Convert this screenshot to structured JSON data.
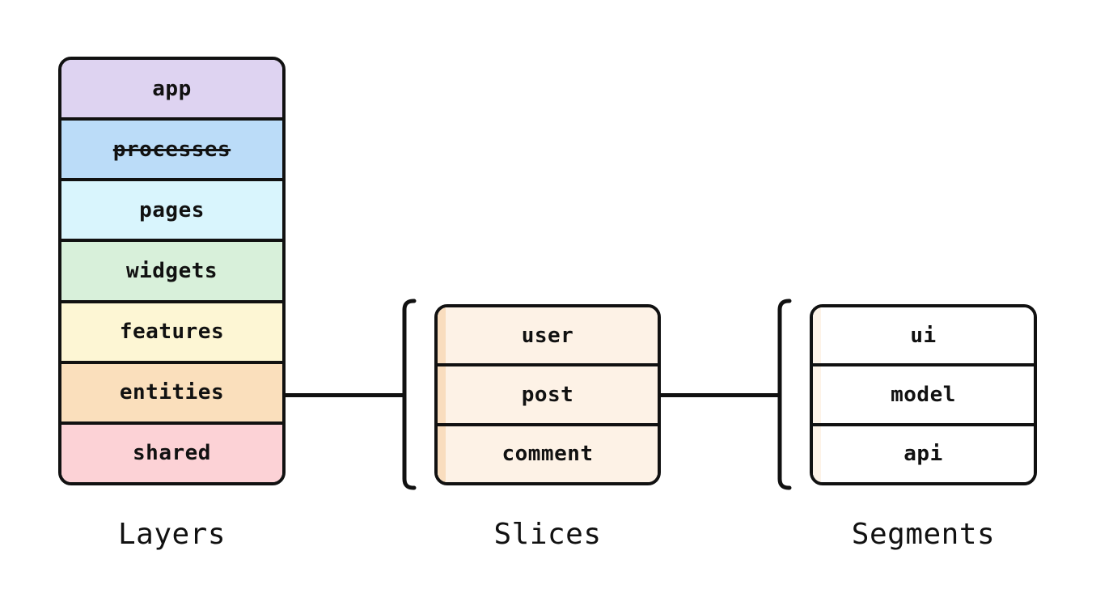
{
  "colors": {
    "outline": "#111111",
    "text": "#111111",
    "background": "#ffffff",
    "slices_body": "#fdf2e6",
    "slices_strip": "#f9ddbe",
    "segments_body": "#ffffff",
    "segments_strip": "#fdf3e8"
  },
  "layers": {
    "caption": "Layers",
    "items": [
      {
        "label": "app",
        "color": "#ded3f1",
        "deprecated": false
      },
      {
        "label": "processes",
        "color": "#bbdcf8",
        "deprecated": true
      },
      {
        "label": "pages",
        "color": "#d9f5fd",
        "deprecated": false
      },
      {
        "label": "widgets",
        "color": "#d8f0da",
        "deprecated": false
      },
      {
        "label": "features",
        "color": "#fdf6d4",
        "deprecated": false
      },
      {
        "label": "entities",
        "color": "#fadfbc",
        "deprecated": false
      },
      {
        "label": "shared",
        "color": "#fcd2d6",
        "deprecated": false
      }
    ]
  },
  "slices": {
    "caption": "Slices",
    "items": [
      {
        "label": "user"
      },
      {
        "label": "post"
      },
      {
        "label": "comment"
      }
    ]
  },
  "segments": {
    "caption": "Segments",
    "items": [
      {
        "label": "ui"
      },
      {
        "label": "model"
      },
      {
        "label": "api"
      }
    ]
  }
}
